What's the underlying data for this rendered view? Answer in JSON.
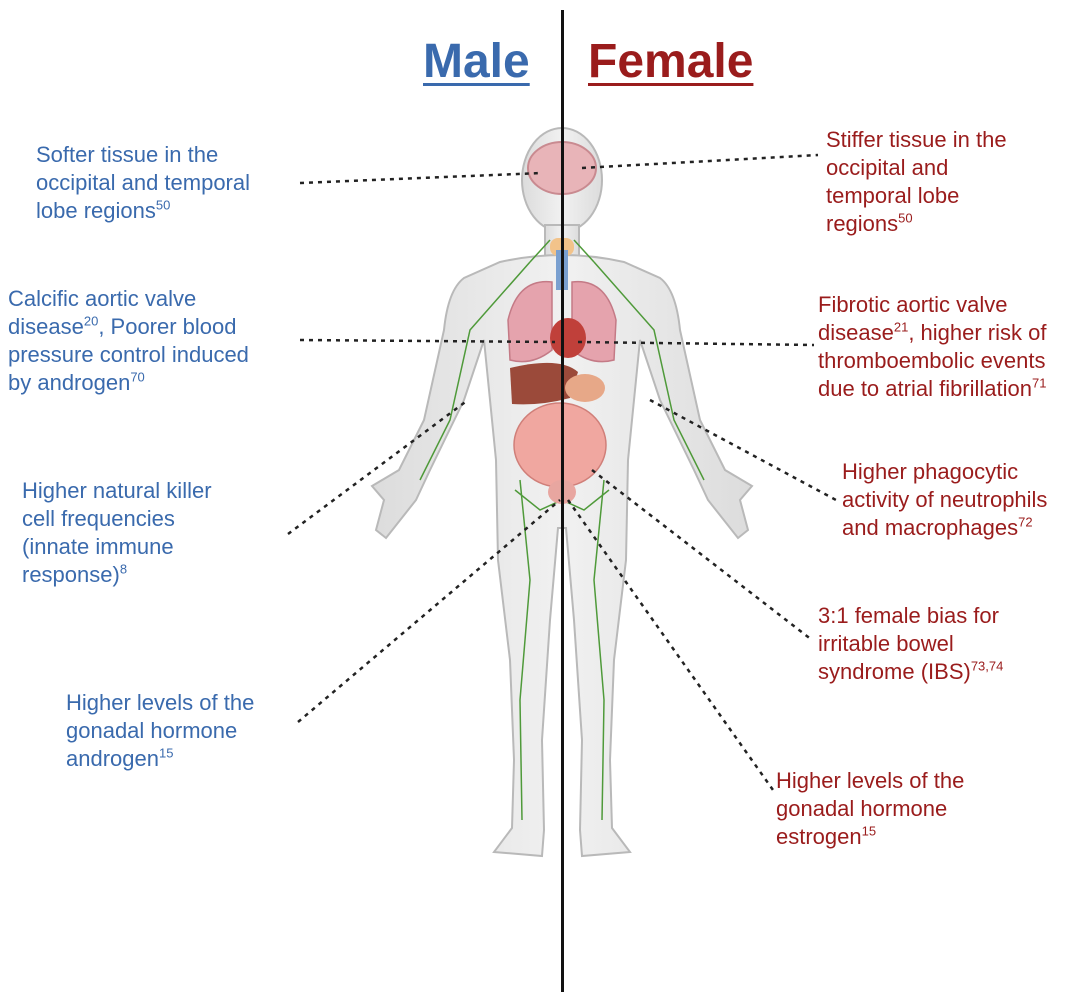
{
  "headings": {
    "male": "Male",
    "female": "Female"
  },
  "colors": {
    "male": "#3a6aad",
    "female": "#9a1c1c",
    "divider": "#111111",
    "lymph": "#4f9a3a"
  },
  "male_notes": [
    {
      "lines": [
        [
          "Softer tissue in the",
          ""
        ],
        [
          "occipital and temporal",
          ""
        ],
        [
          "lobe regions",
          "50"
        ]
      ]
    },
    {
      "lines": [
        [
          "Calcific aortic valve",
          ""
        ],
        [
          "disease",
          "20",
          ", Poorer blood"
        ],
        [
          "pressure control induced",
          ""
        ],
        [
          "by androgen",
          "70"
        ]
      ]
    },
    {
      "lines": [
        [
          "Higher natural killer",
          ""
        ],
        [
          "cell frequencies",
          ""
        ],
        [
          "(innate immune",
          ""
        ],
        [
          "response)",
          "8"
        ]
      ]
    },
    {
      "lines": [
        [
          "Higher levels of the",
          ""
        ],
        [
          "gonadal hormone",
          ""
        ],
        [
          "androgen",
          "15"
        ]
      ]
    }
  ],
  "female_notes": [
    {
      "lines": [
        [
          "Stiffer tissue in the",
          ""
        ],
        [
          "occipital and",
          ""
        ],
        [
          "temporal lobe",
          ""
        ],
        [
          "regions",
          "50"
        ]
      ]
    },
    {
      "lines": [
        [
          "Fibrotic aortic valve",
          ""
        ],
        [
          "disease",
          "21",
          ", higher risk of"
        ],
        [
          "thromboembolic events",
          ""
        ],
        [
          "due to atrial fibrillation",
          "71"
        ]
      ]
    },
    {
      "lines": [
        [
          "Higher phagocytic",
          ""
        ],
        [
          "activity of neutrophils",
          ""
        ],
        [
          "and macrophages",
          "72"
        ]
      ]
    },
    {
      "lines": [
        [
          "3:1 female bias for",
          ""
        ],
        [
          "irritable bowel",
          ""
        ],
        [
          "syndrome (IBS)",
          "73,74"
        ]
      ]
    },
    {
      "lines": [
        [
          "Higher levels of the",
          ""
        ],
        [
          "gonadal hormone",
          ""
        ],
        [
          "estrogen",
          "15"
        ]
      ]
    }
  ]
}
